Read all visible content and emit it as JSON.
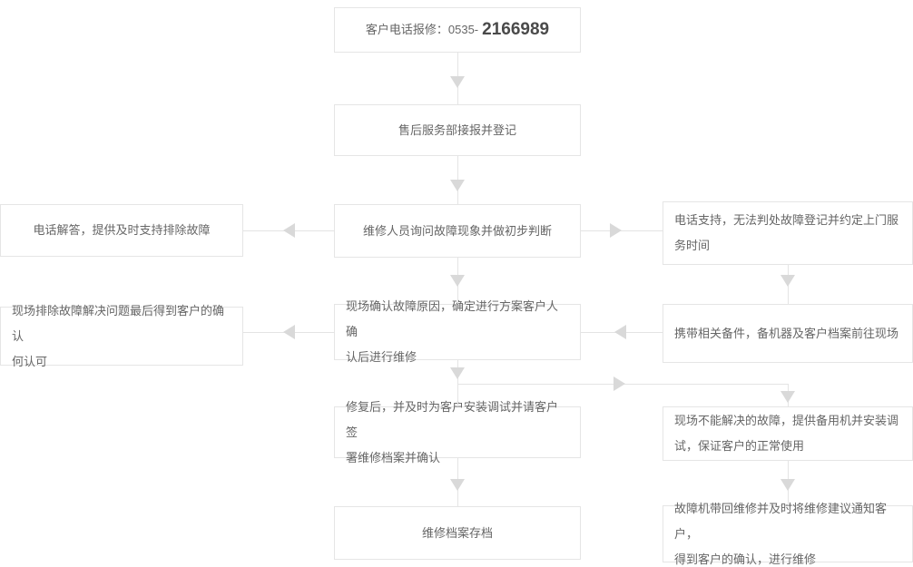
{
  "flowchart": {
    "description": "after-sales telephone repair service process flowchart",
    "colors": {
      "background": "#ffffff",
      "box_border": "#e5e5e5",
      "connector_line": "#e4e4e4",
      "arrowhead": "#d9d9d9",
      "text": "#666666",
      "phone_text": "#4a4a4a"
    },
    "nodes": {
      "report": {
        "label": "客户电话报修：0535-",
        "phone": "2166989"
      },
      "register": {
        "label": "售后服务部接报并登记"
      },
      "phone_answer": {
        "label": "电话解答，提供及时支持排除故障"
      },
      "inquiry": {
        "label": "维修人员询问故障现象并做初步判断"
      },
      "phone_support": {
        "label": "电话支持，无法判处故障登记并约定上门服\n务时间"
      },
      "onsite_resolve": {
        "label": "现场排除故障解决问题最后得到客户的确认\n何认可"
      },
      "onsite_confirm": {
        "label": "现场确认故障原因，确定进行方案客户人确\n认后进行维修"
      },
      "bring_parts": {
        "label": "携带相关备件，备机器及客户档案前往现场"
      },
      "repair_install": {
        "label": "修复后，并及时为客户安装调试并请客户签\n署维修档案并确认"
      },
      "backup": {
        "label": "现场不能解决的故障，提供备用机并安装调\n试，保证客户的正常使用"
      },
      "archive": {
        "label": "维修档案存档"
      },
      "bring_back": {
        "label": "故障机带回维修并及时将维修建议通知客户，\n得到客户的确认，进行维修"
      }
    }
  }
}
